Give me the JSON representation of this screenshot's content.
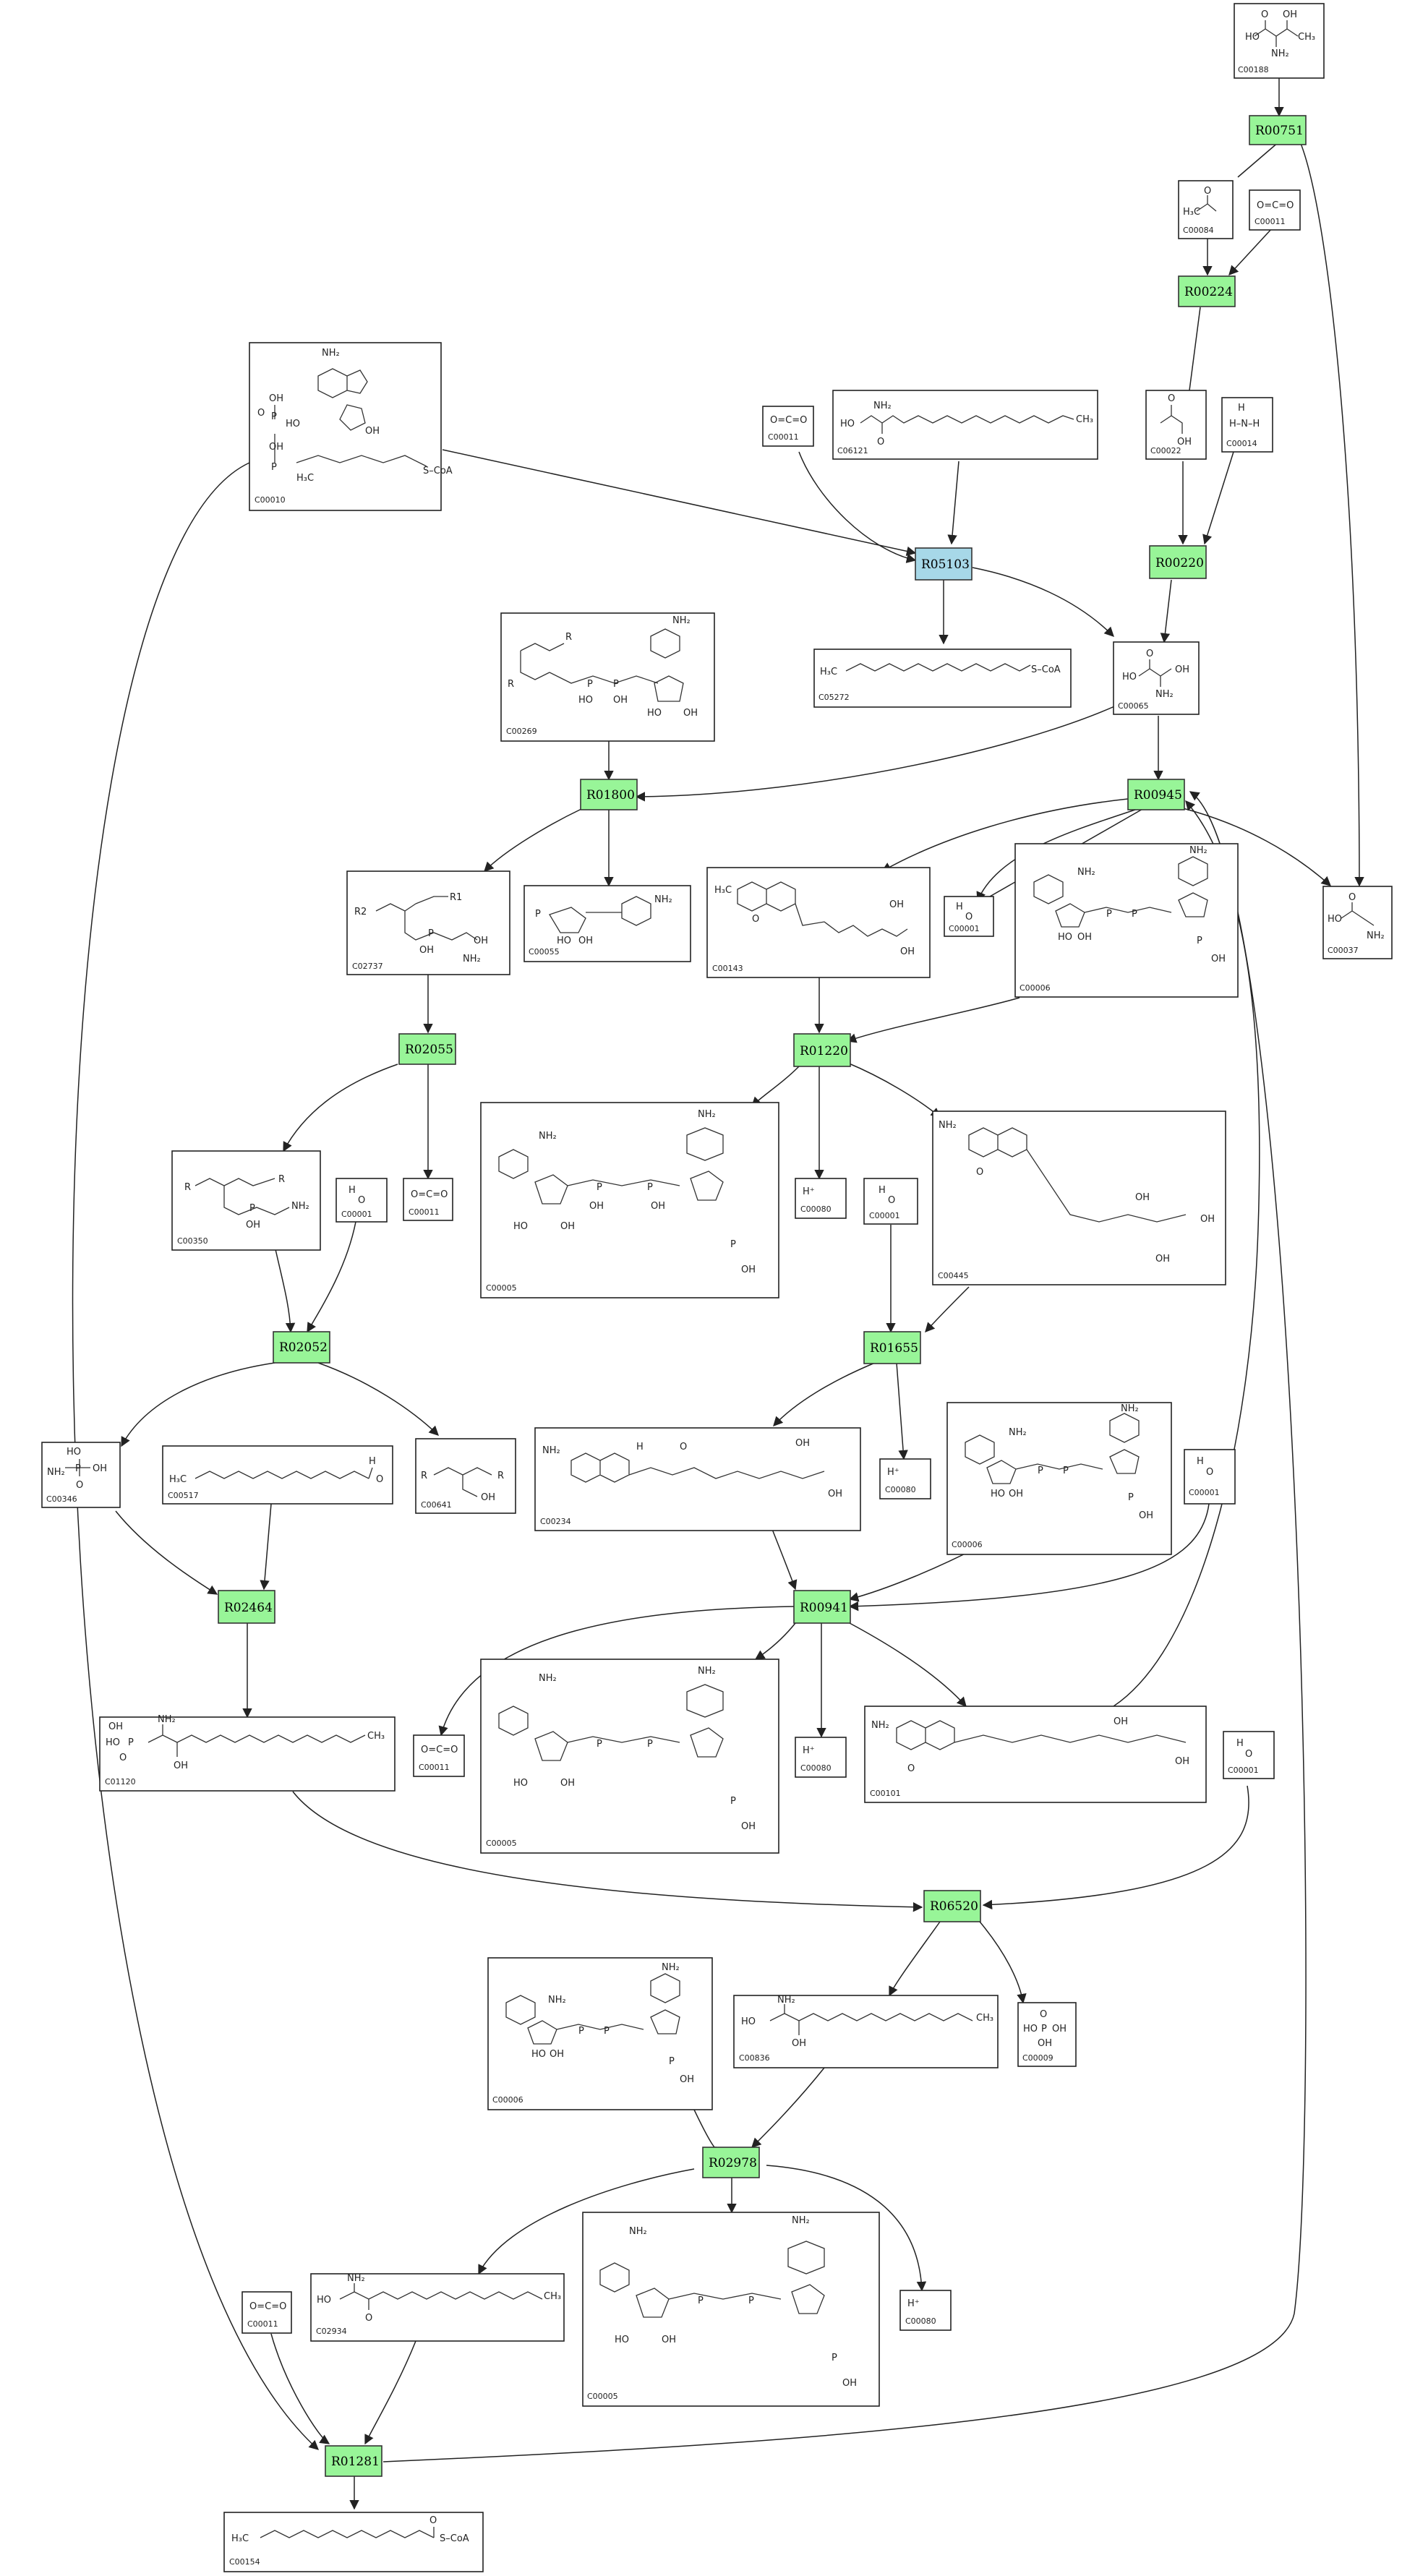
{
  "colors": {
    "reaction_green": "#98f598",
    "reaction_blue": "#a7d8e8"
  },
  "reactions": [
    {
      "id": "R00751",
      "label": "R00751",
      "color": "green"
    },
    {
      "id": "R00224",
      "label": "R00224",
      "color": "green"
    },
    {
      "id": "R05103",
      "label": "R05103",
      "color": "blue"
    },
    {
      "id": "R00220",
      "label": "R00220",
      "color": "green"
    },
    {
      "id": "R01800",
      "label": "R01800",
      "color": "green"
    },
    {
      "id": "R00945",
      "label": "R00945",
      "color": "green"
    },
    {
      "id": "R02055",
      "label": "R02055",
      "color": "green"
    },
    {
      "id": "R01220",
      "label": "R01220",
      "color": "green"
    },
    {
      "id": "R02052",
      "label": "R02052",
      "color": "green"
    },
    {
      "id": "R01655",
      "label": "R01655",
      "color": "green"
    },
    {
      "id": "R02464",
      "label": "R02464",
      "color": "green"
    },
    {
      "id": "R00941",
      "label": "R00941",
      "color": "green"
    },
    {
      "id": "R06520",
      "label": "R06520",
      "color": "green"
    },
    {
      "id": "R02978",
      "label": "R02978",
      "color": "green"
    },
    {
      "id": "R01281",
      "label": "R01281",
      "color": "green"
    }
  ],
  "compounds": [
    {
      "key": "c00188",
      "label": "C00188"
    },
    {
      "key": "c00084",
      "label": "C00084"
    },
    {
      "key": "c00011_a",
      "label": "C00011"
    },
    {
      "key": "c00010",
      "label": "C00010"
    },
    {
      "key": "c00011_b",
      "label": "C00011"
    },
    {
      "key": "c06121",
      "label": "C06121"
    },
    {
      "key": "c00022",
      "label": "C00022"
    },
    {
      "key": "c00014",
      "label": "C00014"
    },
    {
      "key": "c00269",
      "label": "C00269"
    },
    {
      "key": "c05272",
      "label": "C05272"
    },
    {
      "key": "c00065",
      "label": "C00065"
    },
    {
      "key": "c02737",
      "label": "C02737"
    },
    {
      "key": "c00055",
      "label": "C00055"
    },
    {
      "key": "c00143",
      "label": "C00143"
    },
    {
      "key": "c00001_a",
      "label": "C00001"
    },
    {
      "key": "c00006_a",
      "label": "C00006"
    },
    {
      "key": "c00037",
      "label": "C00037"
    },
    {
      "key": "c00350",
      "label": "C00350"
    },
    {
      "key": "c00001_b",
      "label": "C00001"
    },
    {
      "key": "c00011_c",
      "label": "C00011"
    },
    {
      "key": "c00005_a",
      "label": "C00005"
    },
    {
      "key": "c00080_a",
      "label": "C00080"
    },
    {
      "key": "c00001_c",
      "label": "C00001"
    },
    {
      "key": "c00445",
      "label": "C00445"
    },
    {
      "key": "c00346",
      "label": "C00346"
    },
    {
      "key": "c00517",
      "label": "C00517"
    },
    {
      "key": "c00641",
      "label": "C00641"
    },
    {
      "key": "c00234",
      "label": "C00234"
    },
    {
      "key": "c00080_b",
      "label": "C00080"
    },
    {
      "key": "c00006_b",
      "label": "C00006"
    },
    {
      "key": "c00001_d",
      "label": "C00001"
    },
    {
      "key": "c01120",
      "label": "C01120"
    },
    {
      "key": "c00011_d",
      "label": "C00011"
    },
    {
      "key": "c00005_b",
      "label": "C00005"
    },
    {
      "key": "c00080_c",
      "label": "C00080"
    },
    {
      "key": "c00101",
      "label": "C00101"
    },
    {
      "key": "c00001_e",
      "label": "C00001"
    },
    {
      "key": "c00006_c",
      "label": "C00006"
    },
    {
      "key": "c00836",
      "label": "C00836"
    },
    {
      "key": "c00009",
      "label": "C00009"
    },
    {
      "key": "c00011_e",
      "label": "C00011"
    },
    {
      "key": "c02934",
      "label": "C02934"
    },
    {
      "key": "c00005_c",
      "label": "C00005"
    },
    {
      "key": "c00080_d",
      "label": "C00080"
    },
    {
      "key": "c00154",
      "label": "C00154"
    }
  ],
  "structure_text": {
    "h2o_h": "H",
    "h2o_o": "O",
    "hplus": "H⁺",
    "co2": "O=C=O",
    "nh3": "H–N–H",
    "coa": "S–CoA",
    "ch3": "CH₃",
    "h3c": "H₃C",
    "nh2": "NH₂",
    "oh": "OH",
    "ho": "HO",
    "p": "P",
    "o": "O",
    "r": "R",
    "r1": "R1",
    "r2": "R2"
  }
}
